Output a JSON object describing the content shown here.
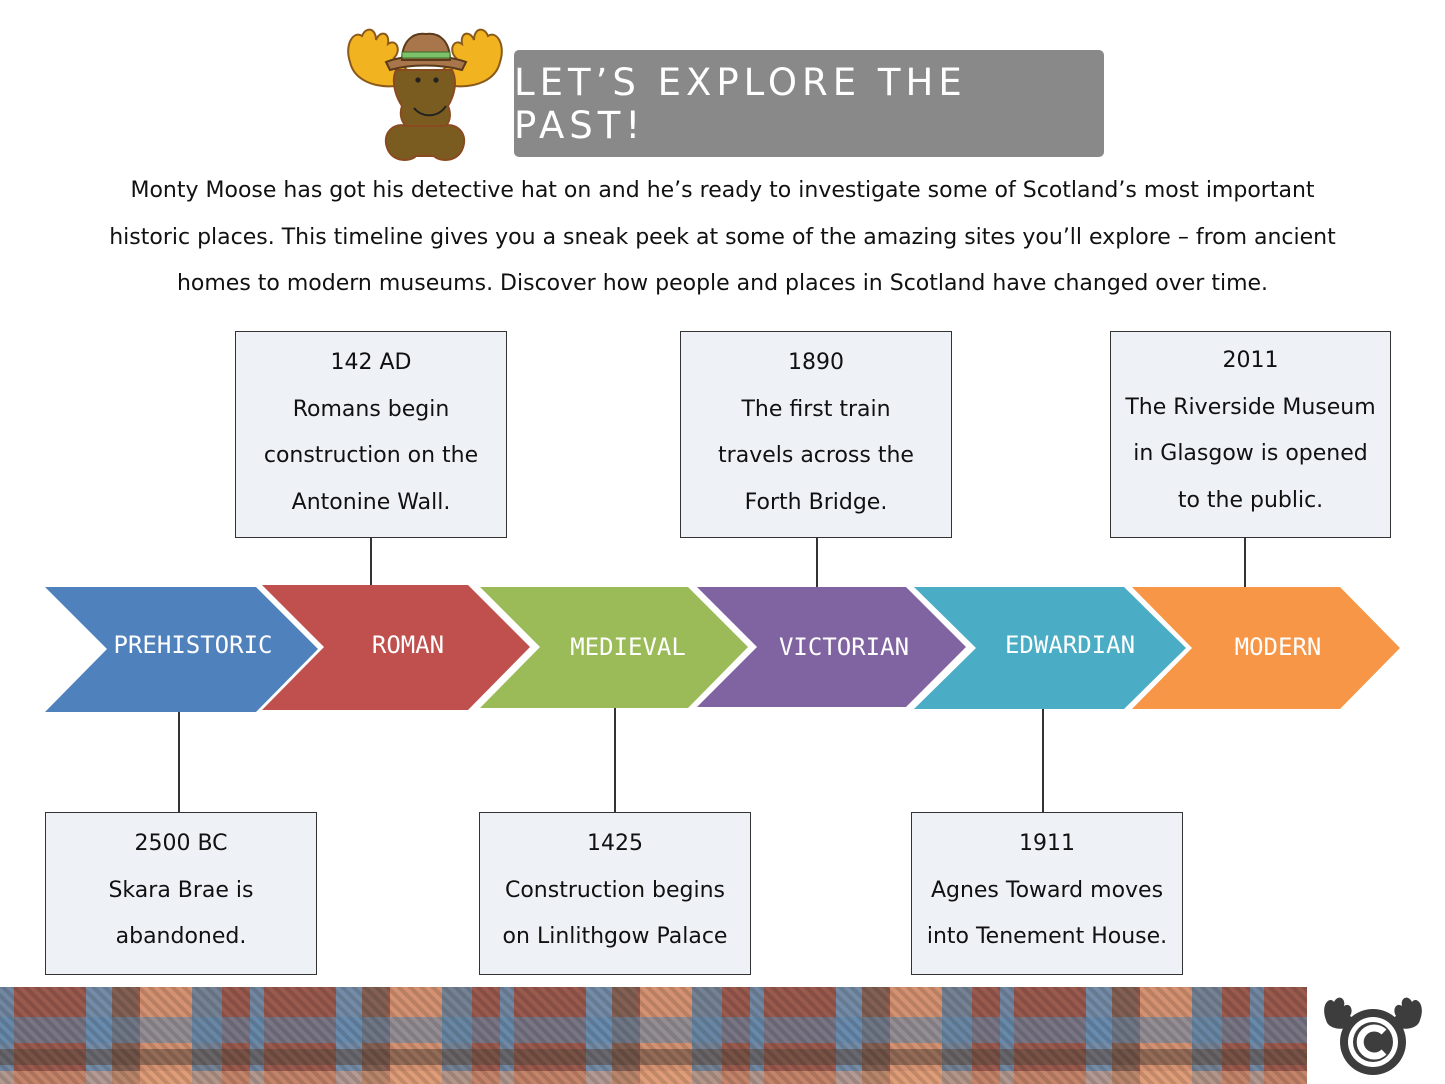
{
  "header": {
    "title": "LET’S EXPLORE THE PAST!",
    "mascot": "moose-with-detective-hat-icon"
  },
  "intro": {
    "lines": [
      "Monty Moose has got his detective hat on and he’s ready to investigate some of Scotland’s most important",
      "historic places. This timeline gives you a sneak peek at some of the amazing sites you’ll explore – from ancient",
      "homes to modern museums. Discover how people and places in Scotland have changed over time."
    ]
  },
  "timeline": {
    "eras": [
      {
        "label": "PREHISTORIC",
        "color": "#4f81bd"
      },
      {
        "label": "ROMAN",
        "color": "#c0504d"
      },
      {
        "label": "MEDIEVAL",
        "color": "#9bbb59"
      },
      {
        "label": "VICTORIAN",
        "color": "#8064a2"
      },
      {
        "label": "EDWARDIAN",
        "color": "#4bacc6"
      },
      {
        "label": "MODERN",
        "color": "#f79646"
      }
    ],
    "events": [
      {
        "era": "PREHISTORIC",
        "position": "below",
        "year": "2500 BC",
        "lines": [
          "Skara Brae is",
          "abandoned."
        ]
      },
      {
        "era": "ROMAN",
        "position": "above",
        "year": "142 AD",
        "lines": [
          "Romans begin",
          "construction on the",
          "Antonine Wall."
        ]
      },
      {
        "era": "MEDIEVAL",
        "position": "below",
        "year": "1425",
        "lines": [
          "Construction begins",
          "on Linlithgow Palace"
        ]
      },
      {
        "era": "VICTORIAN",
        "position": "above",
        "year": "1890",
        "lines": [
          "The first train",
          "travels across the",
          "Forth Bridge."
        ]
      },
      {
        "era": "EDWARDIAN",
        "position": "below",
        "year": "1911",
        "lines": [
          "Agnes Toward moves",
          "into Tenement House."
        ]
      },
      {
        "era": "MODERN",
        "position": "above",
        "year": "2011",
        "lines": [
          "The Riverside Museum",
          "in Glasgow is opened",
          "to the public."
        ]
      }
    ]
  },
  "footer": {
    "pattern": "tartan-strip",
    "logo": "moose-copyright-icon"
  }
}
